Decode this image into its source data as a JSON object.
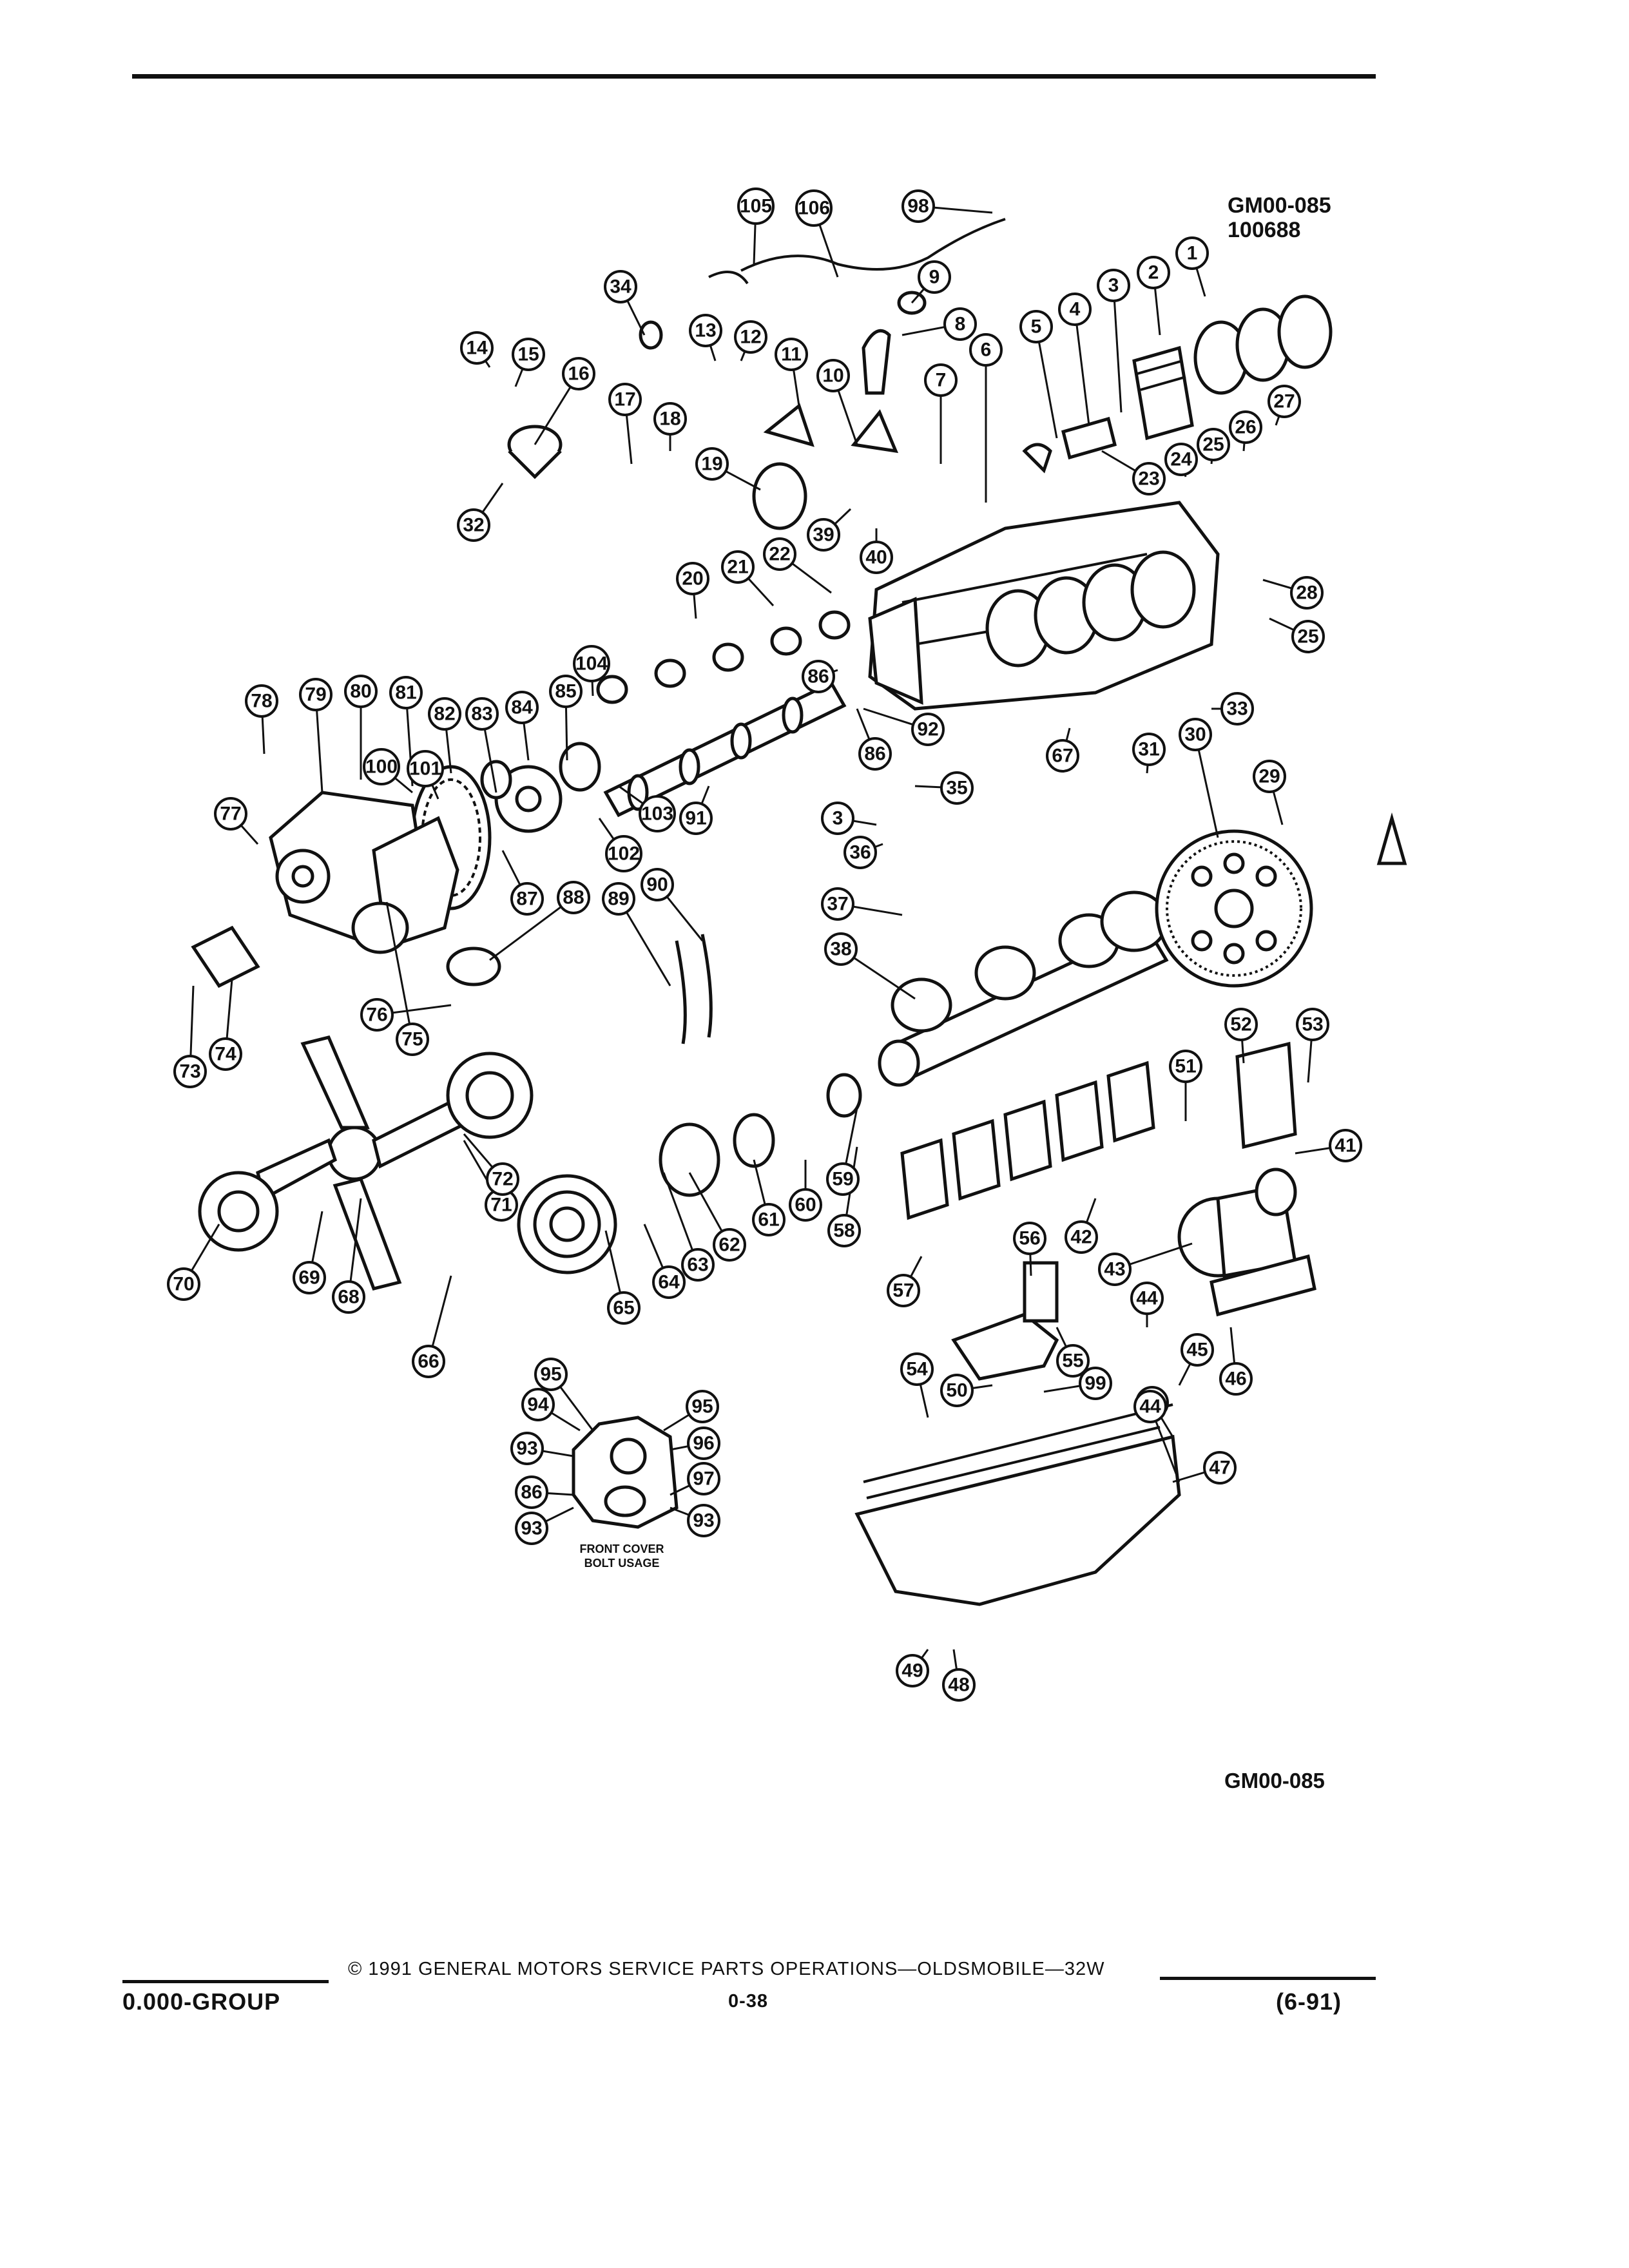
{
  "header": {
    "code": "GM00-085",
    "date_code": "100688"
  },
  "figure": {
    "code": "GM00-085",
    "inset_caption_line1": "FRONT COVER",
    "inset_caption_line2": "BOLT USAGE"
  },
  "footer": {
    "group": "0.000-GROUP",
    "copyright": "© 1991 GENERAL MOTORS SERVICE PARTS OPERATIONS—OLDSMOBILE—32W",
    "page_number": "0-38",
    "revision": "(6-91)"
  },
  "callouts": [
    {
      "n": "1"
    },
    {
      "n": "2"
    },
    {
      "n": "3"
    },
    {
      "n": "4"
    },
    {
      "n": "5"
    },
    {
      "n": "6"
    },
    {
      "n": "7"
    },
    {
      "n": "8"
    },
    {
      "n": "9"
    },
    {
      "n": "10"
    },
    {
      "n": "11"
    },
    {
      "n": "12"
    },
    {
      "n": "13"
    },
    {
      "n": "14"
    },
    {
      "n": "15"
    },
    {
      "n": "16"
    },
    {
      "n": "17"
    },
    {
      "n": "18"
    },
    {
      "n": "19"
    },
    {
      "n": "20"
    },
    {
      "n": "21"
    },
    {
      "n": "22"
    },
    {
      "n": "23"
    },
    {
      "n": "24"
    },
    {
      "n": "25"
    },
    {
      "n": "26"
    },
    {
      "n": "27"
    },
    {
      "n": "28"
    },
    {
      "n": "25"
    },
    {
      "n": "29"
    },
    {
      "n": "30"
    },
    {
      "n": "31"
    },
    {
      "n": "32"
    },
    {
      "n": "33"
    },
    {
      "n": "34"
    },
    {
      "n": "35"
    },
    {
      "n": "36"
    },
    {
      "n": "3"
    },
    {
      "n": "37"
    },
    {
      "n": "38"
    },
    {
      "n": "39"
    },
    {
      "n": "40"
    },
    {
      "n": "41"
    },
    {
      "n": "42"
    },
    {
      "n": "43"
    },
    {
      "n": "44"
    },
    {
      "n": "45"
    },
    {
      "n": "46"
    },
    {
      "n": "47"
    },
    {
      "n": "48"
    },
    {
      "n": "49"
    },
    {
      "n": "50"
    },
    {
      "n": "51"
    },
    {
      "n": "52"
    },
    {
      "n": "53"
    },
    {
      "n": "54"
    },
    {
      "n": "55"
    },
    {
      "n": "56"
    },
    {
      "n": "57"
    },
    {
      "n": "58"
    },
    {
      "n": "59"
    },
    {
      "n": "60"
    },
    {
      "n": "61"
    },
    {
      "n": "62"
    },
    {
      "n": "63"
    },
    {
      "n": "64"
    },
    {
      "n": "65"
    },
    {
      "n": "66"
    },
    {
      "n": "67"
    },
    {
      "n": "68"
    },
    {
      "n": "69"
    },
    {
      "n": "70"
    },
    {
      "n": "71"
    },
    {
      "n": "72"
    },
    {
      "n": "73"
    },
    {
      "n": "74"
    },
    {
      "n": "75"
    },
    {
      "n": "76"
    },
    {
      "n": "77"
    },
    {
      "n": "78"
    },
    {
      "n": "79"
    },
    {
      "n": "80"
    },
    {
      "n": "81"
    },
    {
      "n": "82"
    },
    {
      "n": "83"
    },
    {
      "n": "84"
    },
    {
      "n": "85"
    },
    {
      "n": "86"
    },
    {
      "n": "87"
    },
    {
      "n": "88"
    },
    {
      "n": "89"
    },
    {
      "n": "90"
    },
    {
      "n": "91"
    },
    {
      "n": "92"
    },
    {
      "n": "86"
    },
    {
      "n": "98"
    },
    {
      "n": "100"
    },
    {
      "n": "101"
    },
    {
      "n": "102"
    },
    {
      "n": "103"
    },
    {
      "n": "104"
    },
    {
      "n": "105"
    },
    {
      "n": "106"
    },
    {
      "n": "44"
    },
    {
      "n": "44"
    },
    {
      "n": "99"
    },
    {
      "n": "95"
    },
    {
      "n": "94"
    },
    {
      "n": "95"
    },
    {
      "n": "93"
    },
    {
      "n": "96"
    },
    {
      "n": "86"
    },
    {
      "n": "97"
    },
    {
      "n": "93"
    },
    {
      "n": "93"
    }
  ]
}
